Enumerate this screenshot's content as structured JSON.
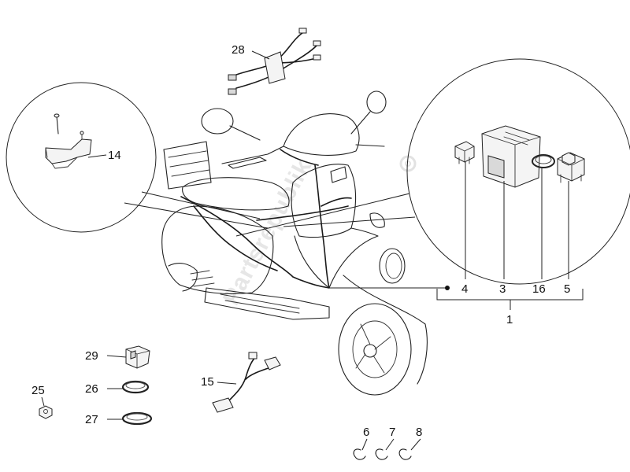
{
  "diagram": {
    "watermark": "Partsrepublik",
    "parts": {
      "p1": "1",
      "p3": "3",
      "p4": "4",
      "p5": "5",
      "p6": "6",
      "p7": "7",
      "p8": "8",
      "p14": "14",
      "p15": "15",
      "p16": "16",
      "p25": "25",
      "p26": "26",
      "p27": "27",
      "p28": "28",
      "p29": "29"
    }
  }
}
